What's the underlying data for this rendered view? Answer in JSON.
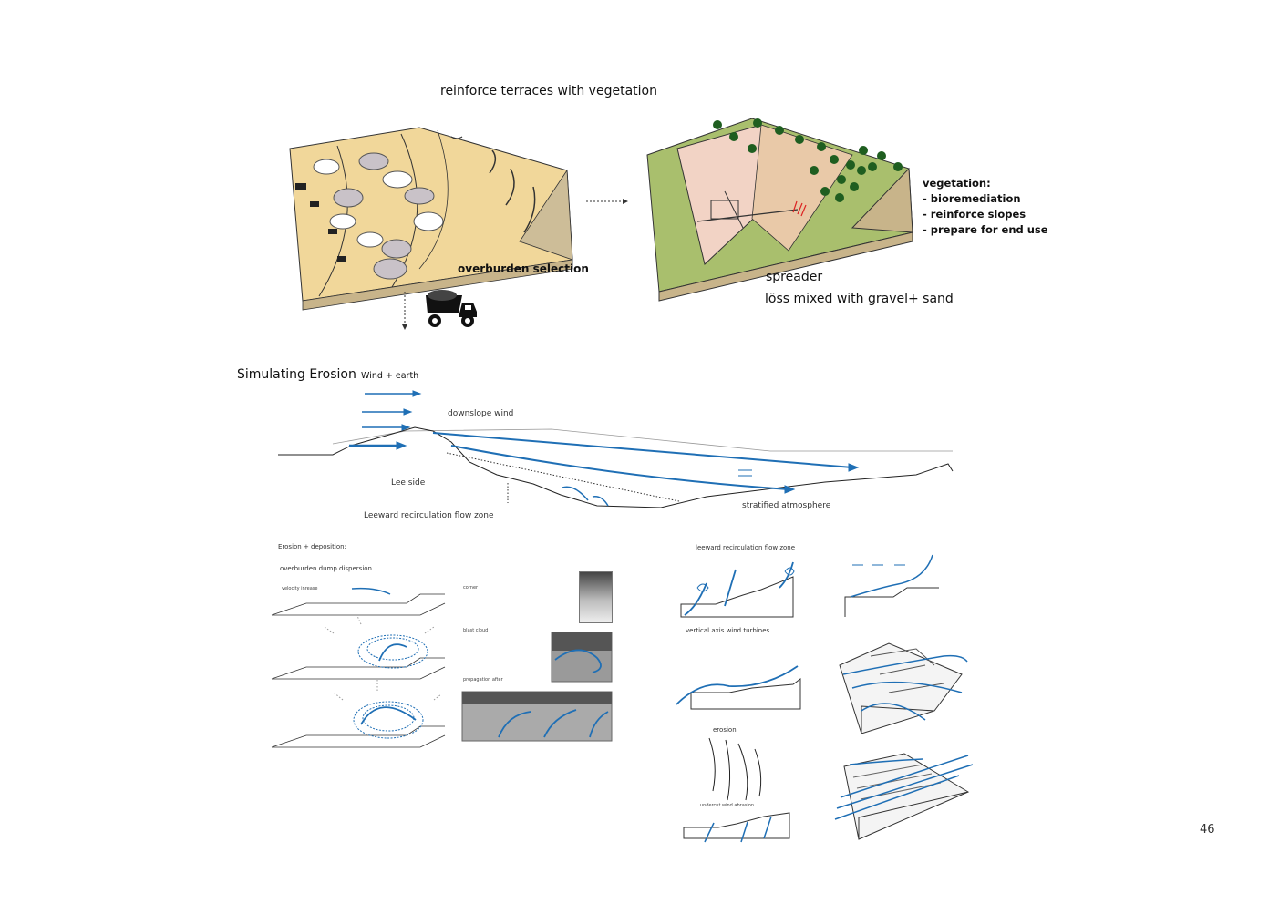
{
  "top": {
    "heading": "reinforce terraces with vegetation",
    "overburden_label": "overburden selection",
    "spreader_label": "spreader",
    "loess_label": "löss mixed with gravel+ sand",
    "vegetation_title": "vegetation:",
    "vegetation_items": [
      "- bioremediation",
      "- reinforce slopes",
      "- prepare for end use"
    ]
  },
  "erosion": {
    "title": "Simulating Erosion",
    "subtitle": "Wind + earth",
    "downslope": "downslope wind",
    "lee_side": "Lee side",
    "leeward_zone": "Leeward recirculation flow zone",
    "stratified": "stratified atmosphere"
  },
  "left_panel": {
    "title": "Erosion + deposition:",
    "subtitle": "overburden dump dispersion",
    "velocity": "velocity inrease",
    "corner": "corner",
    "blast": "blast cloud",
    "propagation": "propagation after"
  },
  "right_panel": {
    "leeward": "leeward recirculation flow zone",
    "vertical": "vertical axis wind turbines",
    "erosion": "erosion",
    "undercut": "undercut wind abrasion"
  },
  "colors": {
    "wind": "#1f6fb5",
    "sand": "#f1d79a",
    "soil": "#cdbd98",
    "grass": "#a9bf6d",
    "tree": "#1f5e20"
  },
  "page_number": "46"
}
